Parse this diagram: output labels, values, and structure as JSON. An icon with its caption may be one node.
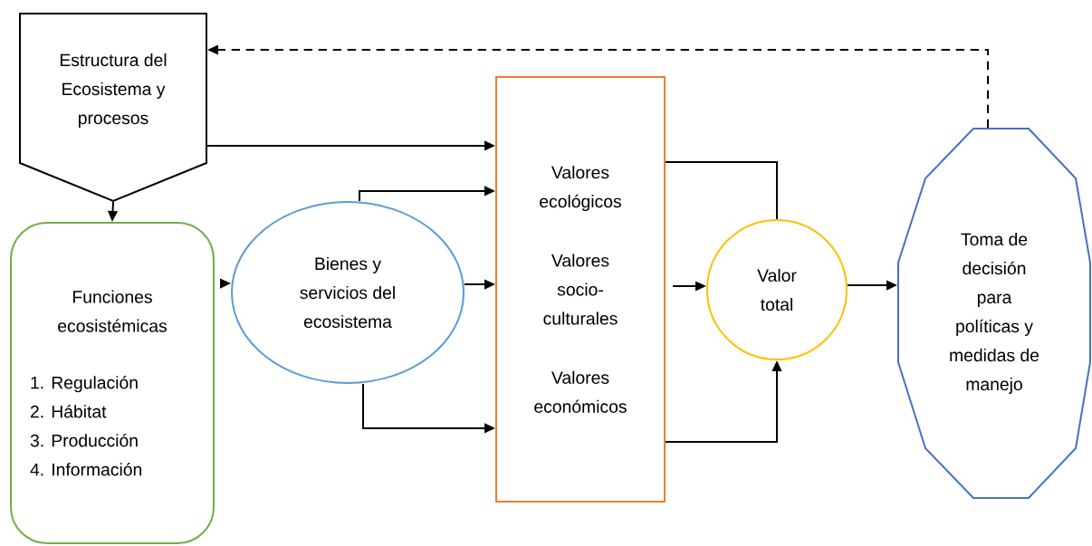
{
  "diagram": {
    "nodes": [
      {
        "text": [
          "Estructura del Ecosistema y procesos"
        ]
      },
      {
        "text": [
          "Funciones ecosistémicas",
          "1. Regulación",
          "2. Hábitat",
          "3. Producción",
          "4. Información"
        ]
      },
      {
        "text": [
          "Bienes y servicios del ecosistema"
        ]
      },
      {
        "text": [
          "Valores ecológicos",
          "Valores socio-culturales",
          "Valores económicos"
        ]
      },
      {
        "text": [
          "Valor total"
        ]
      },
      {
        "text": [
          "Toma de decisión para políticas y medidas de manejo"
        ]
      }
    ],
    "edges": [
      {
        "from": 0,
        "to": 1,
        "arrow": "to"
      },
      {
        "from": 0,
        "to": 3,
        "arrow": "to"
      },
      {
        "from": 1,
        "to": 2,
        "arrow": "to"
      },
      {
        "from": 2,
        "to": 3,
        "arrow": "to"
      },
      {
        "from": 2,
        "to": 3,
        "arrow": "to"
      },
      {
        "from": 2,
        "to": 3,
        "arrow": "to"
      },
      {
        "from": 3,
        "to": 4,
        "arrow": "none"
      },
      {
        "from": 3,
        "to": 4,
        "arrow": "to"
      },
      {
        "from": 3,
        "to": 4,
        "arrow": "to"
      },
      {
        "from": 4,
        "to": 5,
        "arrow": "to"
      },
      {
        "from": 5,
        "to": 0,
        "arrow": "to",
        "style": "dashed"
      }
    ]
  }
}
